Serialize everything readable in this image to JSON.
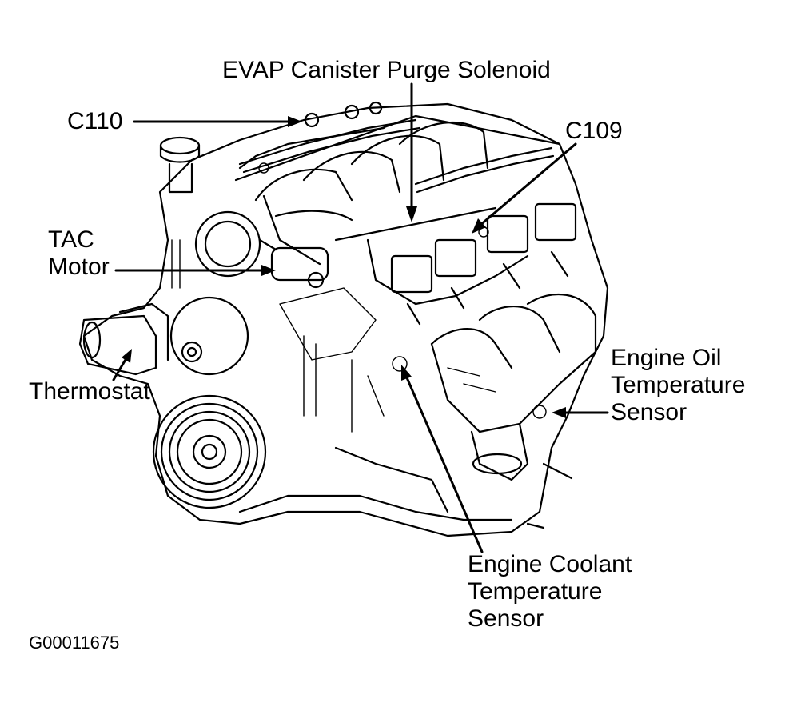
{
  "diagram": {
    "labels": {
      "evap": "EVAP Canister Purge Solenoid",
      "c110": "C110",
      "c109": "C109",
      "tac_line1": "TAC",
      "tac_line2": "Motor",
      "thermostat": "Thermostat",
      "eot_line1": "Engine Oil",
      "eot_line2": "Temperature",
      "eot_line3": "Sensor",
      "ect_line1": "Engine Coolant",
      "ect_line2": "Temperature",
      "ect_line3": "Sensor"
    },
    "figure_id": "G00011675",
    "colors": {
      "ink": "#000000",
      "paper": "#ffffff"
    }
  }
}
